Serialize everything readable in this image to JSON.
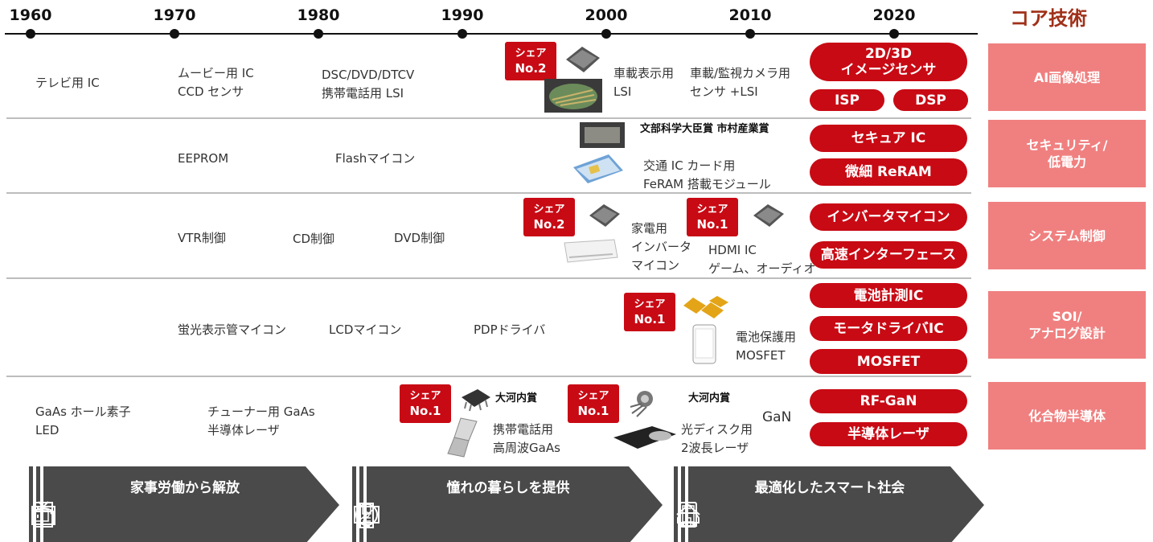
{
  "timeline": {
    "years": [
      "1960",
      "1970",
      "1980",
      "1990",
      "2000",
      "2010",
      "2020"
    ],
    "core_title": "コア技術"
  },
  "rows": {
    "image": {
      "history": [
        "テレビ用 IC",
        "ムービー用 IC\nCCD センサ",
        "DSC/DVD/DTCV\n携帯電話用 LSI",
        "車載表示用\nLSI",
        "車載/監視カメラ用\n  センサ +LSI"
      ],
      "badge": {
        "top": "シェア",
        "bottom": "No.2"
      },
      "tech": [
        "2D/3D\nイメージセンサ",
        "ISP",
        "DSP"
      ],
      "core": "AI画像処理"
    },
    "security": {
      "history": [
        "EEPROM",
        "Flashマイコン",
        "交通 IC カード用\nFeRAM 搭載モジュール"
      ],
      "award": "文部科学大臣賞\n市村産業賞",
      "tech": [
        "セキュア IC",
        "微細 ReRAM"
      ],
      "core": "セキュリティ/\n低電力"
    },
    "system": {
      "history": [
        "VTR制御",
        "CD制御",
        "DVD制御",
        "家電用\nインバータ\nマイコン",
        "HDMI IC\nゲーム、オーディオ"
      ],
      "badges": [
        {
          "top": "シェア",
          "bottom": "No.2"
        },
        {
          "top": "シェア",
          "bottom": "No.1"
        }
      ],
      "tech": [
        "インバータマイコン",
        "高速インターフェース"
      ],
      "core": "システム制御"
    },
    "soi": {
      "history": [
        "蛍光表示管マイコン",
        "LCDマイコン",
        "PDPドライバ",
        "電池保護用\nMOSFET"
      ],
      "badge": {
        "top": "シェア",
        "bottom": "No.1"
      },
      "tech": [
        "電池計測IC",
        "モータドライバIC",
        "MOSFET"
      ],
      "core": "SOI/\nアナログ設計"
    },
    "compound": {
      "history": [
        "GaAs ホール素子\nLED",
        "チューナー用 GaAs\n半導体レーザ",
        "携帯電話用\n高周波GaAs",
        "光ディスク用\n2波長レーザ",
        "GaN"
      ],
      "badges": [
        {
          "top": "シェア",
          "bottom": "No.1"
        },
        {
          "top": "シェア",
          "bottom": "No.1"
        }
      ],
      "awards": [
        "大河内賞",
        "大河内賞"
      ],
      "tech": [
        "RF-GaN",
        "半導体レーザ"
      ],
      "core": "化合物半導体"
    }
  },
  "eras": [
    {
      "label": "家事労働から解放",
      "icons": [
        "refrigerator-icon",
        "television-icon",
        "rice-cooker-icon"
      ]
    },
    {
      "label": "憧れの暮らしを提供",
      "icons": [
        "mobile-phone-icon",
        "monitor-icon",
        "disc-icon"
      ]
    },
    {
      "label": "最適化したスマート社会",
      "icons": [
        "connected-car-icon",
        "smart-home-icon",
        "tablet-icon"
      ]
    }
  ],
  "colors": {
    "accent_red": "#c80a14",
    "core_pink": "#f08080",
    "core_title": "#a03018",
    "era_gray": "#4a4a4a"
  }
}
